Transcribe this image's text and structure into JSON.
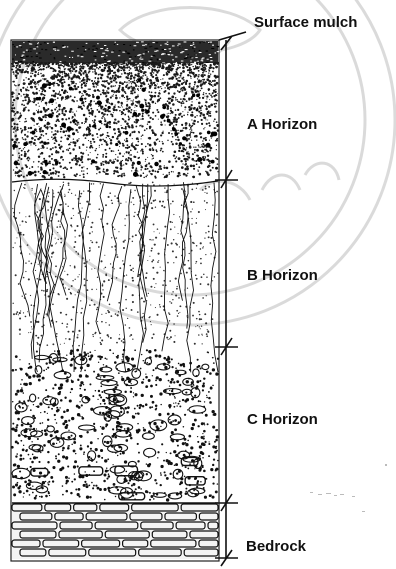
{
  "diagram": {
    "labels": {
      "surface_mulch": "Surface mulch",
      "a_horizon": "A Horizon",
      "b_horizon": "B Horizon",
      "c_horizon": "C Horizon",
      "bedrock": "Bedrock"
    },
    "colors": {
      "ink": "#111111",
      "background": "#ffffff",
      "watermark": "#cfcfcf"
    }
  }
}
